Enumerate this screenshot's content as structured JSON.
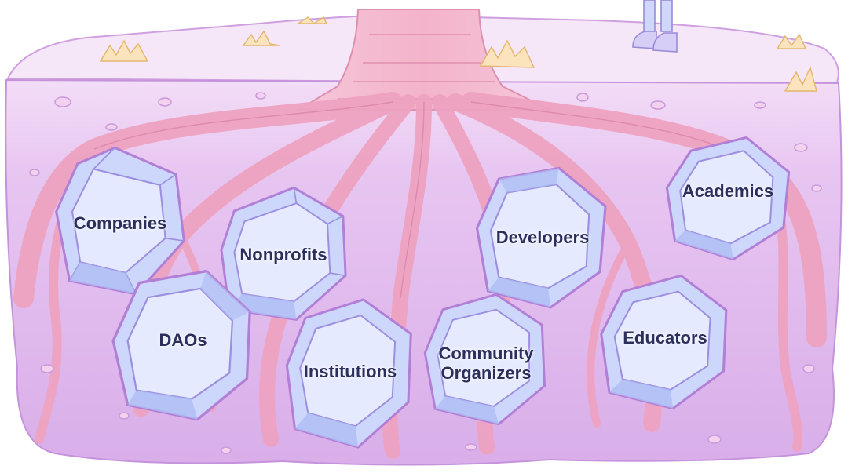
{
  "illustration": {
    "description_icon": "tree-roots-icon",
    "colors": {
      "soil": "#e7c7f2",
      "soil_dark": "#d7a6e6",
      "roots": "#f0a9c4",
      "trunk": "#f4b9cf",
      "gem_fill": "#cfd8fb",
      "gem_edge": "#a896e0",
      "label": "#2a2f5c"
    }
  },
  "gems": [
    {
      "id": "companies",
      "label": "Companies"
    },
    {
      "id": "nonprofits",
      "label": "Nonprofits"
    },
    {
      "id": "developers",
      "label": "Developers"
    },
    {
      "id": "academics",
      "label": "Academics"
    },
    {
      "id": "daos",
      "label": "DAOs"
    },
    {
      "id": "institutions",
      "label": "Institutions"
    },
    {
      "id": "community-organizers",
      "label": "Community\nOrganizers"
    },
    {
      "id": "educators",
      "label": "Educators"
    }
  ]
}
